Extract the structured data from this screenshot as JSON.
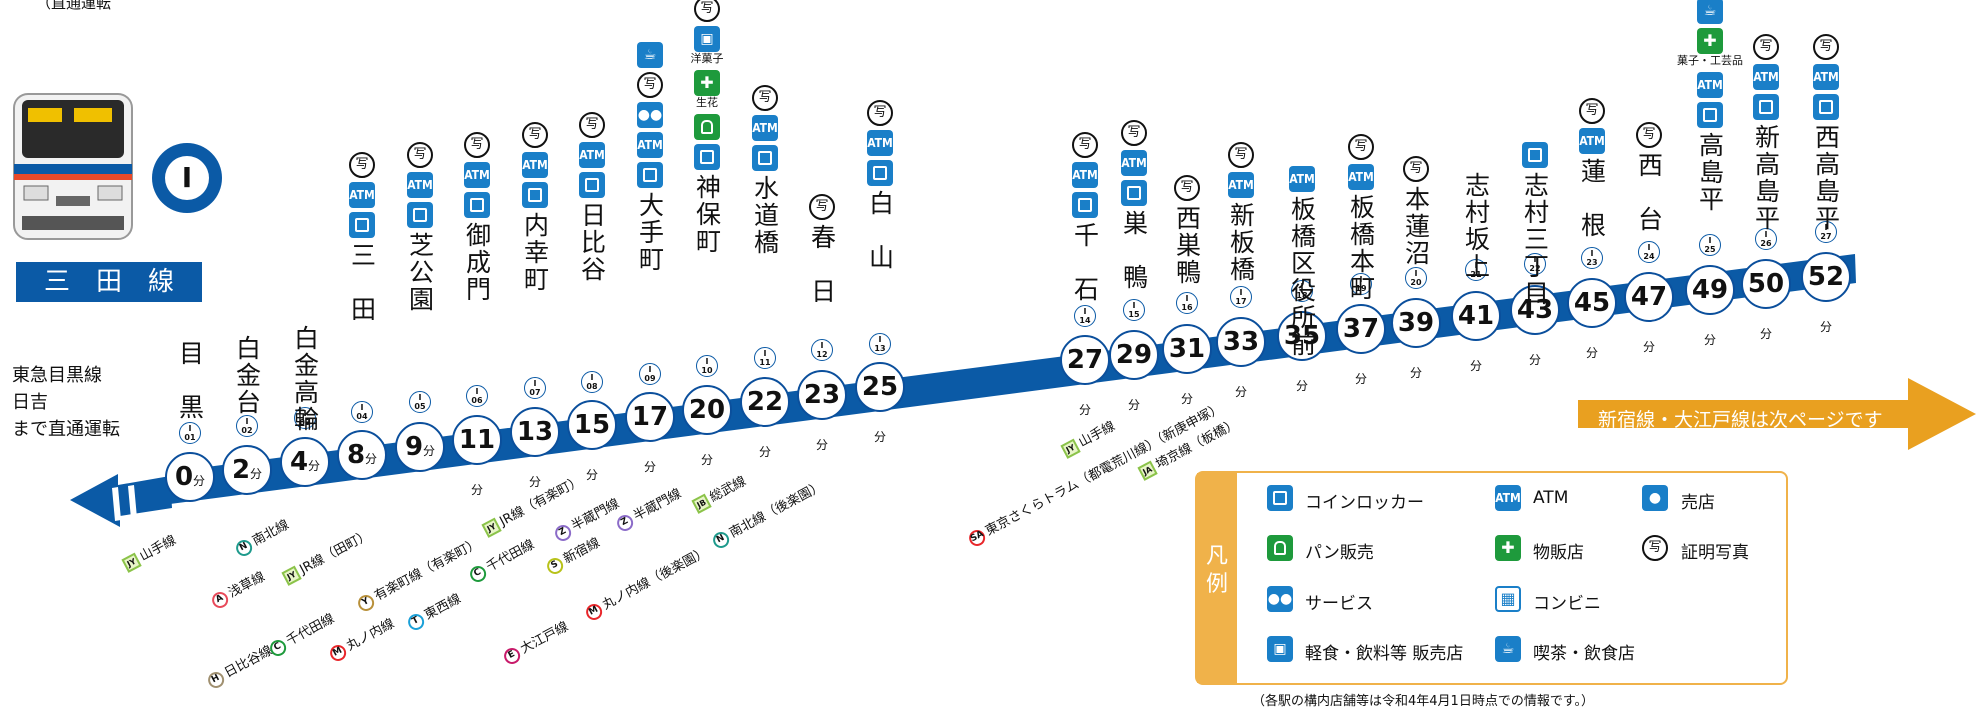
{
  "header_fragment": "（直通運転",
  "line": {
    "name": "三　田　線",
    "letter": "I"
  },
  "through_service": [
    "東急目黒線",
    "日吉",
    "まで直通運転"
  ],
  "stations": [
    {
      "name": "目　黒",
      "num": "I\n01",
      "min": "0",
      "unit": "分"
    },
    {
      "name": "白金台",
      "num": "I\n02",
      "min": "2",
      "unit": "分"
    },
    {
      "name": "白金高輪",
      "num": "I\n03",
      "min": "4",
      "unit": "分"
    },
    {
      "name": "三　田",
      "num": "I\n04",
      "min": "8",
      "unit": "分"
    },
    {
      "name": "芝公園",
      "num": "I\n05",
      "min": "9",
      "unit": "分"
    },
    {
      "name": "御成門",
      "num": "I\n06",
      "min": "11",
      "unit": "分"
    },
    {
      "name": "内幸町",
      "num": "I\n07",
      "min": "13",
      "unit": "分"
    },
    {
      "name": "日比谷",
      "num": "I\n08",
      "min": "15",
      "unit": "分"
    },
    {
      "name": "大手町",
      "num": "I\n09",
      "min": "17",
      "unit": "分"
    },
    {
      "name": "神保町",
      "num": "I\n10",
      "min": "20",
      "unit": "分"
    },
    {
      "name": "水道橋",
      "num": "I\n11",
      "min": "22",
      "unit": "分"
    },
    {
      "name": "春　日",
      "num": "I\n12",
      "min": "23",
      "unit": "分"
    },
    {
      "name": "白　山",
      "num": "I\n13",
      "min": "25",
      "unit": "分"
    },
    {
      "name": "千　石",
      "num": "I\n14",
      "min": "27",
      "unit": "分"
    },
    {
      "name": "巣　鴨",
      "num": "I\n15",
      "min": "29",
      "unit": "分"
    },
    {
      "name": "西巣鴨",
      "num": "I\n16",
      "min": "31",
      "unit": "分"
    },
    {
      "name": "新板橋",
      "num": "I\n17",
      "min": "33",
      "unit": "分"
    },
    {
      "name": "板橋区役所前",
      "num": "I\n18",
      "min": "35",
      "unit": "分"
    },
    {
      "name": "板橋本町",
      "num": "I\n19",
      "min": "37",
      "unit": "分"
    },
    {
      "name": "本蓮沼",
      "num": "I\n20",
      "min": "39",
      "unit": "分"
    },
    {
      "name": "志村坂上",
      "num": "I\n21",
      "min": "41",
      "unit": "分"
    },
    {
      "name": "志村三丁目",
      "num": "I\n22",
      "min": "43",
      "unit": "分"
    },
    {
      "name": "蓮　根",
      "num": "I\n23",
      "min": "45",
      "unit": "分"
    },
    {
      "name": "西　台",
      "num": "I\n24",
      "min": "47",
      "unit": "分"
    },
    {
      "name": "高島平",
      "num": "I\n25",
      "min": "49",
      "unit": "分"
    },
    {
      "name": "新高島平",
      "num": "I\n26",
      "min": "50",
      "unit": "分"
    },
    {
      "name": "西高島平",
      "num": "I\n27",
      "min": "52",
      "unit": "分"
    }
  ],
  "transfers": [
    "山手線",
    "南北線",
    "浅草線",
    "JR線（田町）",
    "日比谷線",
    "千代田線",
    "有楽町線（有楽町）",
    "丸ノ内線",
    "東西線",
    "千代田線",
    "JR線（有楽町）",
    "半蔵門線",
    "新宿線",
    "半蔵門線",
    "大江戸線",
    "丸ノ内線（後楽園）",
    "総武線",
    "南北線（後楽園）",
    "東京さくらトラム（都電荒川線）（新庚申塚）",
    "山手線",
    "埼京線（板橋）"
  ],
  "shop_labels": {
    "yogashi": "洋菓子",
    "seika": "生花",
    "kashi": "菓子・工芸品"
  },
  "next_page": "新宿線・大江戸線は次ページです",
  "legend": {
    "title": "凡例",
    "items": [
      "コインロッカー",
      "ATM",
      "売店",
      "パン販売",
      "物販店",
      "証明写真",
      "サービス",
      "コンビニ",
      "軽食・飲料等 販売店",
      "喫茶・飲食店"
    ]
  },
  "footnote": "（各駅の構内店舗等は令和4年4月1日時点での情報です。）",
  "atm_text": "ATM",
  "photo_text": "写",
  "colors": {
    "line": "#0b5aa6",
    "arrow": "#e9a020",
    "legend_border": "#f0b24a"
  }
}
